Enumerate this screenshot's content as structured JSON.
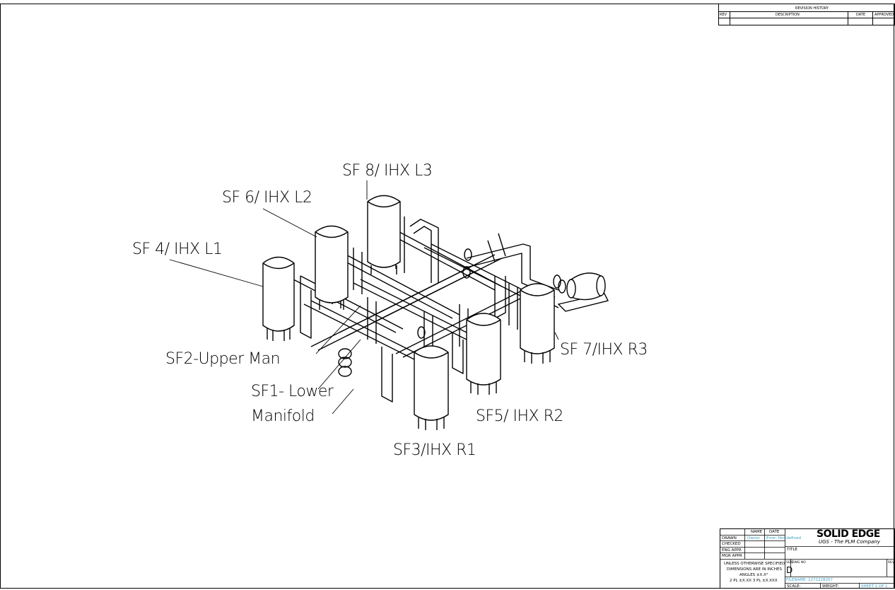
{
  "revision_history": {
    "title": "REVISION HISTORY",
    "columns": [
      "REV",
      "DESCRIPTION",
      "DATE",
      "APPROVED"
    ]
  },
  "callouts": [
    {
      "id": "sf8",
      "text": "SF 8/ IHX L3"
    },
    {
      "id": "sf6",
      "text": "SF 6/ IHX L2"
    },
    {
      "id": "sf4",
      "text": "SF 4/ IHX L1"
    },
    {
      "id": "sf2",
      "text": "SF2-Upper Man"
    },
    {
      "id": "sf1a",
      "text": "SF1- Lower"
    },
    {
      "id": "sf1b",
      "text": "Manifold"
    },
    {
      "id": "sf7",
      "text": "SF 7/IHX R3"
    },
    {
      "id": "sf5",
      "text": "SF5/ IHX R2"
    },
    {
      "id": "sf3",
      "text": "SF3/IHX R1"
    }
  ],
  "title_block": {
    "name_label": "NAME",
    "date_label": "DATE",
    "rows": [
      "DRAWN",
      "CHECKED",
      "ENG APPR",
      "MGR APPR"
    ],
    "drawn_name": "Owner",
    "drawn_date": "Error: Not defined",
    "brand": "SOLID EDGE",
    "brand_sub": "UGS - The PLM Company",
    "title_label": "TITLE",
    "note_1": "UNLESS OTHERWISE SPECIFIED",
    "note_2": "DIMENSIONS ARE IN INCHES",
    "note_3": "ANGLES ±X.X°",
    "note_4": "2 PL ±X.XX  3 PL ±X.XXX",
    "size_label": "SIZE",
    "size_value": "D",
    "dwg_label": "DWG NO",
    "rev_label": "REV",
    "filename": "FILENAME: 1272228257",
    "scale_label": "SCALE:",
    "weight_label": "WEIGHT:",
    "sheet_label": "SHEET 1 OF 1"
  }
}
